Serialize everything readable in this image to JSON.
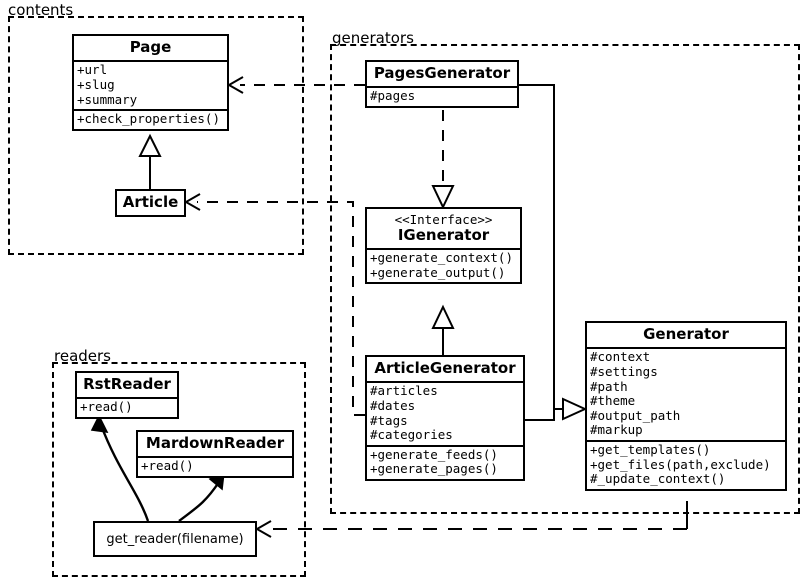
{
  "diagram": {
    "title": "UML class diagram",
    "background": "#ffffff",
    "line_color": "#000000"
  },
  "packages": [
    {
      "id": "contents",
      "label": "contents"
    },
    {
      "id": "generators",
      "label": "generators"
    },
    {
      "id": "readers",
      "label": "readers"
    }
  ],
  "classes": {
    "page": {
      "name": "Page",
      "attributes": [
        "+url",
        "+slug",
        "+summary"
      ],
      "operations": [
        "+check_properties()"
      ]
    },
    "article": {
      "name": "Article",
      "attributes": [],
      "operations": []
    },
    "pages_generator": {
      "name": "PagesGenerator",
      "attributes": [
        "#pages"
      ],
      "operations": []
    },
    "igenerator": {
      "stereotype": "<<Interface>>",
      "name": "IGenerator",
      "attributes": [],
      "operations": [
        "+generate_context()",
        "+generate_output()"
      ]
    },
    "article_generator": {
      "name": "ArticleGenerator",
      "attributes": [
        "#articles",
        "#dates",
        "#tags",
        "#categories"
      ],
      "operations": [
        "+generate_feeds()",
        "+generate_pages()"
      ]
    },
    "generator": {
      "name": "Generator",
      "attributes": [
        "#context",
        "#settings",
        "#path",
        "#theme",
        "#output_path",
        "#markup"
      ],
      "operations": [
        "+get_templates()",
        "+get_files(path,exclude)",
        "#_update_context()"
      ]
    },
    "rst_reader": {
      "name": "RstReader",
      "attributes": [],
      "operations": [
        "+read()"
      ]
    },
    "mardown_reader": {
      "name": "MardownReader",
      "attributes": [],
      "operations": [
        "+read()"
      ]
    },
    "get_reader": {
      "name": "get_reader(filename)"
    }
  },
  "relationships": [
    {
      "from": "article",
      "to": "page",
      "type": "generalization"
    },
    {
      "from": "pages_generator",
      "to": "igenerator",
      "type": "realization"
    },
    {
      "from": "article_generator",
      "to": "igenerator",
      "type": "generalization"
    },
    {
      "from": "pages_generator",
      "to": "generator",
      "type": "generalization"
    },
    {
      "from": "article_generator",
      "to": "generator",
      "type": "generalization"
    },
    {
      "from": "pages_generator",
      "to": "page",
      "type": "dependency"
    },
    {
      "from": "article_generator",
      "to": "article",
      "type": "dependency"
    },
    {
      "from": "generator",
      "to": "get_reader",
      "type": "dependency"
    },
    {
      "from": "get_reader",
      "to": "rst_reader",
      "type": "dependency-curved"
    },
    {
      "from": "get_reader",
      "to": "mardown_reader",
      "type": "dependency-curved"
    }
  ]
}
